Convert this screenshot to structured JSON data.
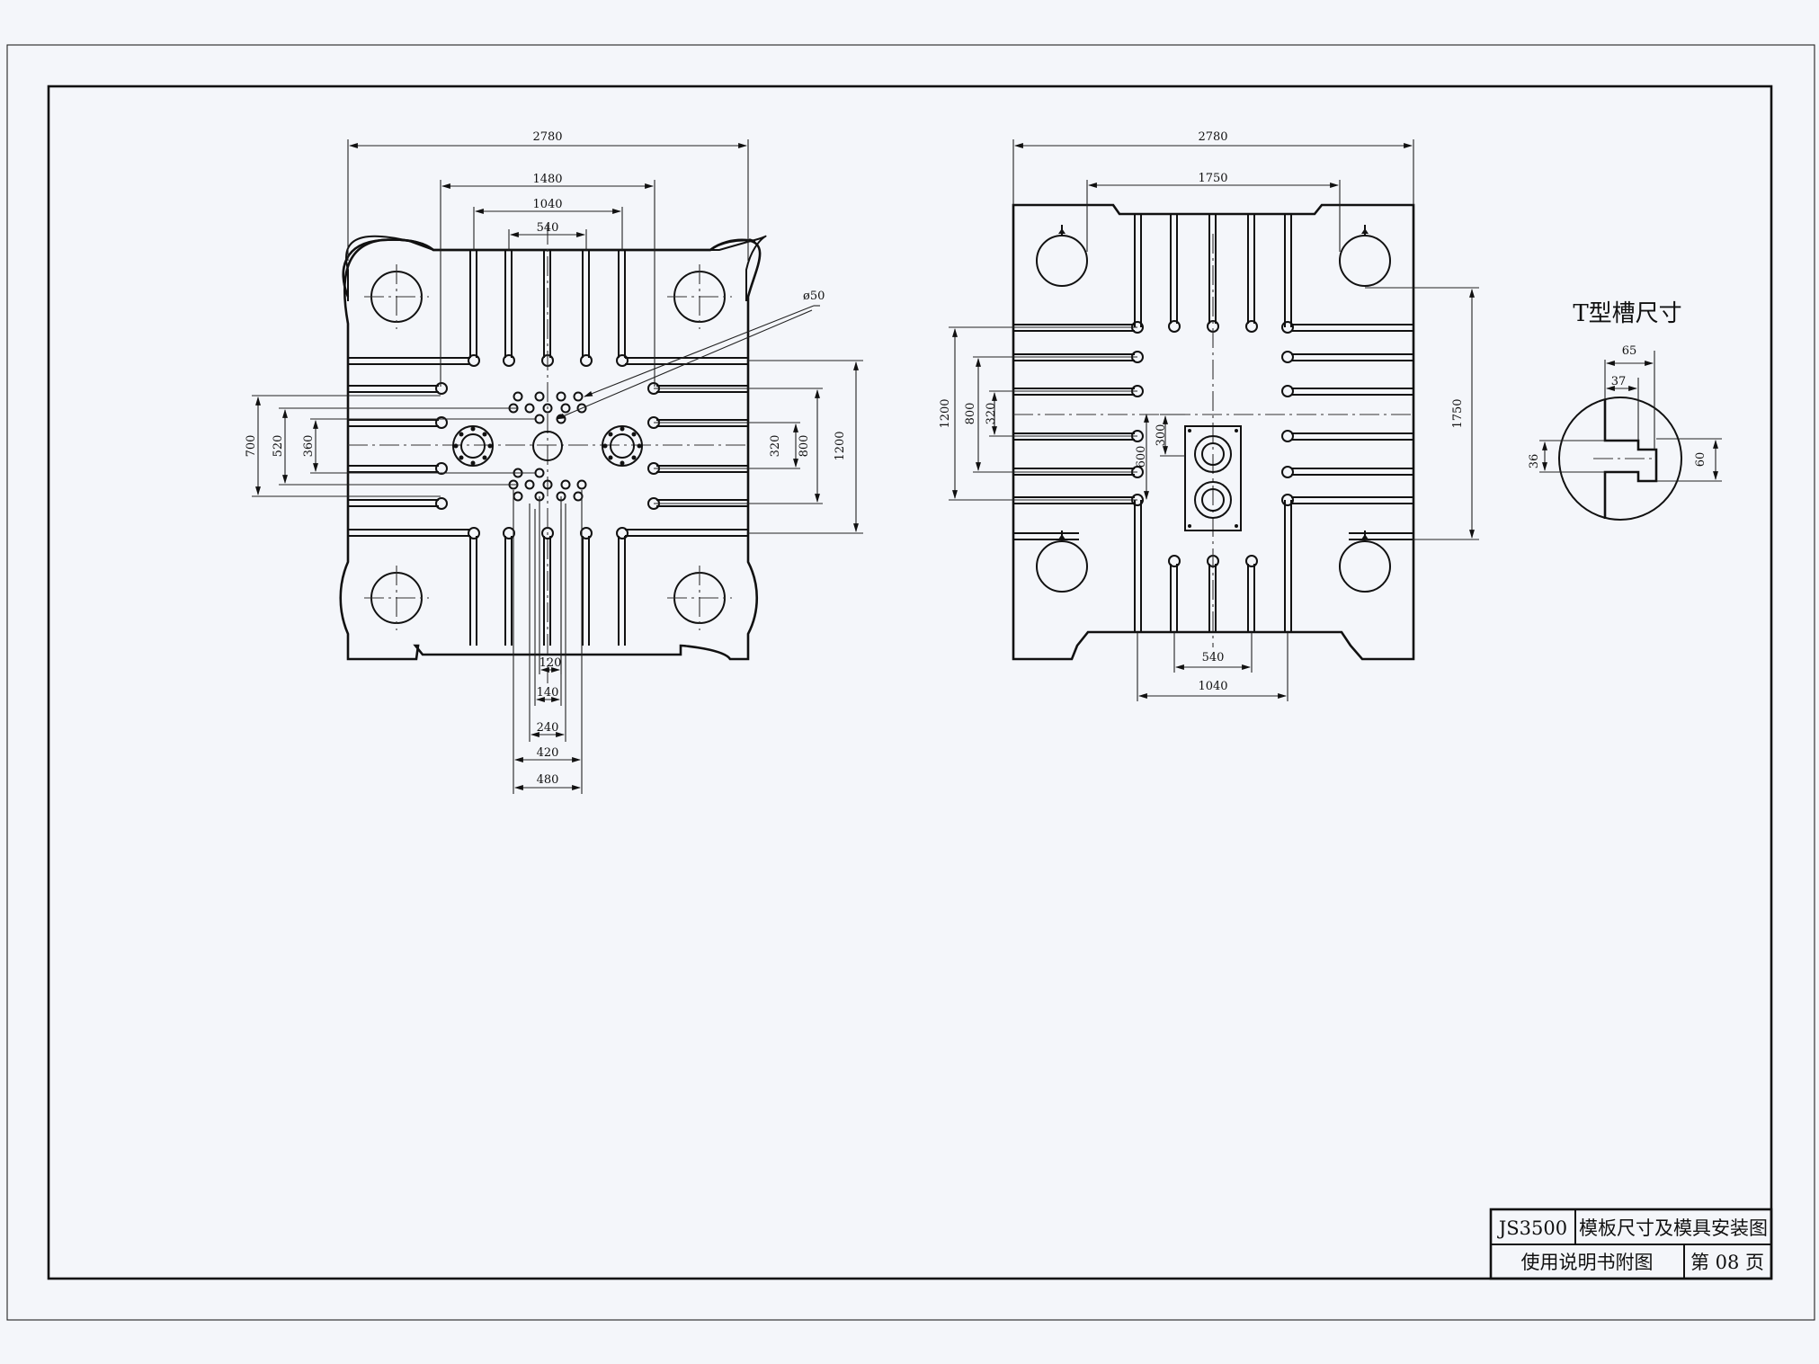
{
  "left_view": {
    "dims": {
      "w2780": "2780",
      "w1480": "1480",
      "w1040": "1040",
      "w540": "540",
      "phi50": "ø50",
      "v700": "700",
      "v520": "520",
      "v360": "360",
      "v320": "320",
      "v800": "800",
      "v1200": "1200",
      "b120": "120",
      "b140": "140",
      "b240": "240",
      "b420": "420",
      "b480": "480"
    }
  },
  "right_view": {
    "dims": {
      "w2780": "2780",
      "w1750": "1750",
      "v1200": "1200",
      "v800": "800",
      "v320": "320",
      "v300": "300",
      "v600": "600",
      "v1750": "1750",
      "b540": "540",
      "b1040": "1040"
    }
  },
  "t_slot": {
    "title": "T型槽尺寸",
    "d65": "65",
    "d37": "37",
    "d36": "36",
    "d60": "60"
  },
  "title_block": {
    "model": "JS3500",
    "drawing_title": "模板尺寸及模具安装图",
    "subtitle": "使用说明书附图",
    "page": "第 08 页"
  }
}
